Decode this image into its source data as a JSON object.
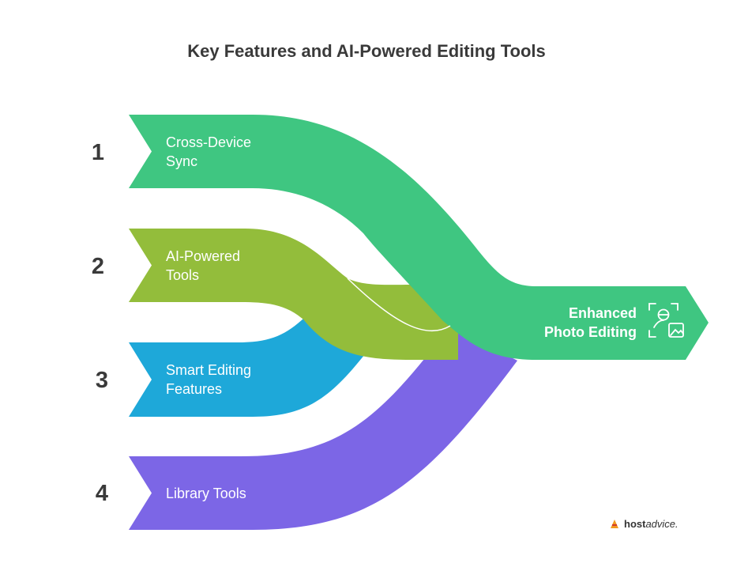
{
  "title": "Key Features and AI-Powered Editing Tools",
  "inputs": [
    {
      "number": "1",
      "line1": "Cross-Device",
      "line2": "Sync",
      "color": "#3fc681"
    },
    {
      "number": "2",
      "line1": "AI-Powered",
      "line2": "Tools",
      "color": "#93bd3b"
    },
    {
      "number": "3",
      "line1": "Smart Editing",
      "line2": "Features",
      "color": "#1ea8d9"
    },
    {
      "number": "4",
      "line1": "Library Tools",
      "line2": "",
      "color": "#7c66e6"
    }
  ],
  "output": {
    "line1": "Enhanced",
    "line2": "Photo Editing",
    "icon": "photo-editing-icon",
    "color": "#3fc681"
  },
  "logo": {
    "bold": "host",
    "light": "advice."
  }
}
